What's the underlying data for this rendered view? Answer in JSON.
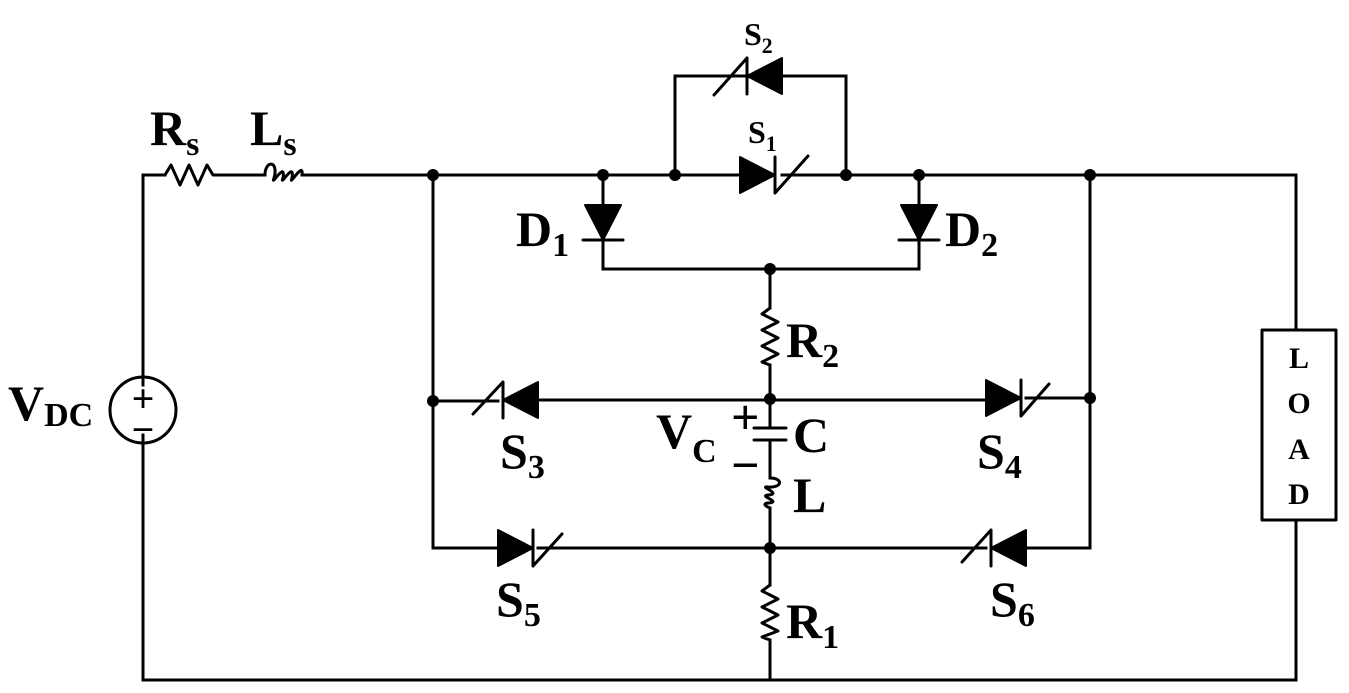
{
  "source": {
    "main": "V",
    "sub": "DC",
    "plus": "+",
    "minus": "−"
  },
  "series_resistor": {
    "main": "R",
    "sub": "s"
  },
  "series_inductor": {
    "main": "L",
    "sub": "s"
  },
  "switches": {
    "s1": {
      "main": "S",
      "sub": "1"
    },
    "s2": {
      "main": "S",
      "sub": "2"
    },
    "s3": {
      "main": "S",
      "sub": "3"
    },
    "s4": {
      "main": "S",
      "sub": "4"
    },
    "s5": {
      "main": "S",
      "sub": "5"
    },
    "s6": {
      "main": "S",
      "sub": "6"
    }
  },
  "diodes": {
    "d1": {
      "main": "D",
      "sub": "1"
    },
    "d2": {
      "main": "D",
      "sub": "2"
    }
  },
  "resistors": {
    "r1": {
      "main": "R",
      "sub": "1"
    },
    "r2": {
      "main": "R",
      "sub": "2"
    }
  },
  "capacitor": {
    "label": "C",
    "voltage_main": "V",
    "voltage_sub": "C",
    "plus": "+",
    "minus": "−"
  },
  "inductor": {
    "label": "L"
  },
  "load": {
    "letters": [
      "L",
      "O",
      "A",
      "D"
    ]
  }
}
